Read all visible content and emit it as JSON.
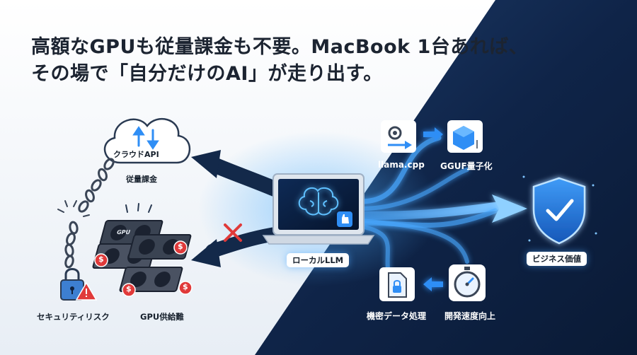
{
  "headline": {
    "line1": "高額なGPUも従量課金も不要。MacBook 1台あれば、",
    "line2": "その場で「自分だけのAI」が走り出す。"
  },
  "left": {
    "cloud_label": "クラウドAPI",
    "cloud_sub": "従量課金",
    "security_label": "セキュリティリスク",
    "gpu_label": "GPU供給難",
    "gpu_card_text": "GPU",
    "currency_symbol": "$"
  },
  "center": {
    "laptop_label": "ローカルLLM"
  },
  "right": {
    "llama_label": "llama.cpp",
    "gguf_label": "GGUF量子化",
    "business_label": "ビジネス価値",
    "speed_label": "開発速度向上",
    "secure_label": "機密データ処理"
  },
  "colors": {
    "dark_navy": "#0d1f3c",
    "accent_blue": "#2f8ef5",
    "danger_red": "#e03a3a"
  }
}
